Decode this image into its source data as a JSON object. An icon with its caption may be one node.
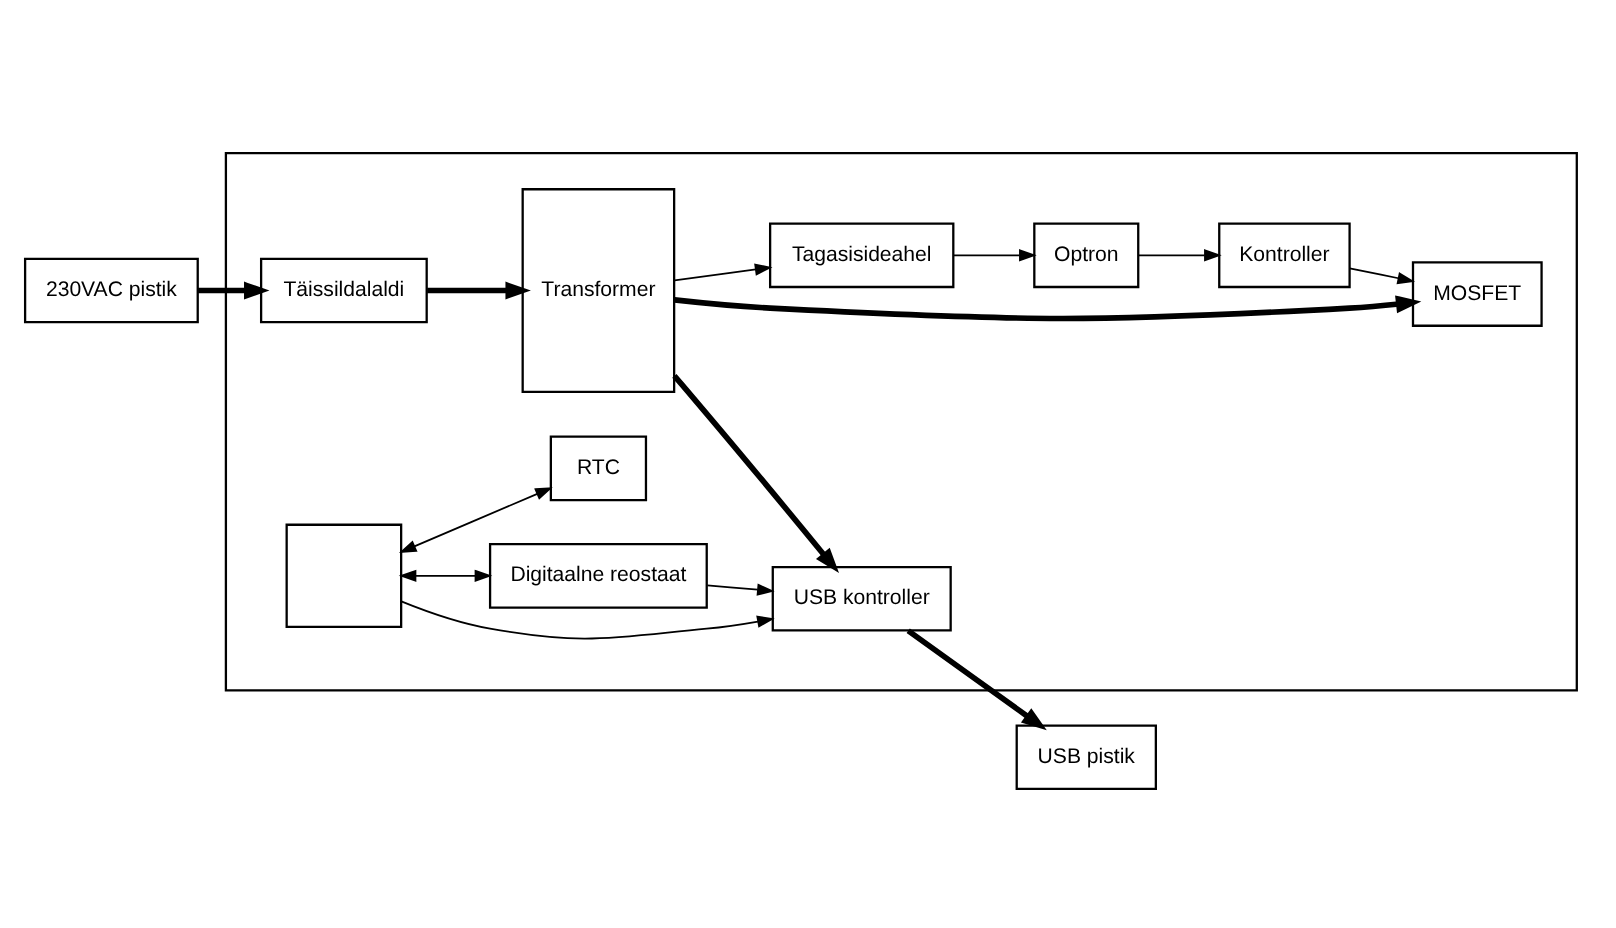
{
  "diagram": {
    "nodes": [
      {
        "text": [],
        "shape": "box"
      },
      {
        "text": [
          "230VAC pistik"
        ]
      },
      {
        "text": [
          "Täissildalaldi"
        ],
        "in": 0
      },
      {
        "text": [
          "Transformer"
        ],
        "in": 0
      },
      {
        "text": [
          "USB kontroller"
        ],
        "in": 0
      },
      {
        "text": [
          "USB pistik"
        ]
      },
      {
        "text": [],
        "shape": "box",
        "in": 0
      },
      {
        "text": [
          "Digitaalne reostaat"
        ],
        "in": 0
      },
      {
        "text": [
          "Kontroller"
        ],
        "in": 0
      },
      {
        "text": [
          "MOSFET"
        ],
        "in": 0
      },
      {
        "text": [
          "Optron"
        ],
        "in": 0
      },
      {
        "text": [
          "Tagasisideahel"
        ],
        "in": 0
      },
      {
        "text": [
          "RTC"
        ],
        "in": 0
      }
    ],
    "edges": [
      {
        "from": 1,
        "to": 2,
        "arrow": "to",
        "style": "thick"
      },
      {
        "from": 2,
        "to": 3,
        "arrow": "to",
        "style": "thick"
      },
      {
        "from": 3,
        "to": 4,
        "arrow": "to",
        "style": "thick"
      },
      {
        "from": 3,
        "to": 11,
        "arrow": "to"
      },
      {
        "from": 4,
        "to": 5,
        "arrow": "to",
        "style": "thick"
      },
      {
        "from": 3,
        "to": 9,
        "arrow": "to",
        "style": "thick"
      },
      {
        "from": 8,
        "to": 9,
        "arrow": "to"
      },
      {
        "from": 11,
        "to": 10,
        "arrow": "to"
      },
      {
        "from": 10,
        "to": 8,
        "arrow": "to"
      },
      {
        "from": 6,
        "to": 4,
        "arrow": "to"
      },
      {
        "from": 7,
        "to": 4,
        "arrow": "to"
      },
      {
        "from": 6,
        "to": 7,
        "arrow": "both"
      },
      {
        "from": 6,
        "to": 12,
        "arrow": "both"
      }
    ]
  }
}
